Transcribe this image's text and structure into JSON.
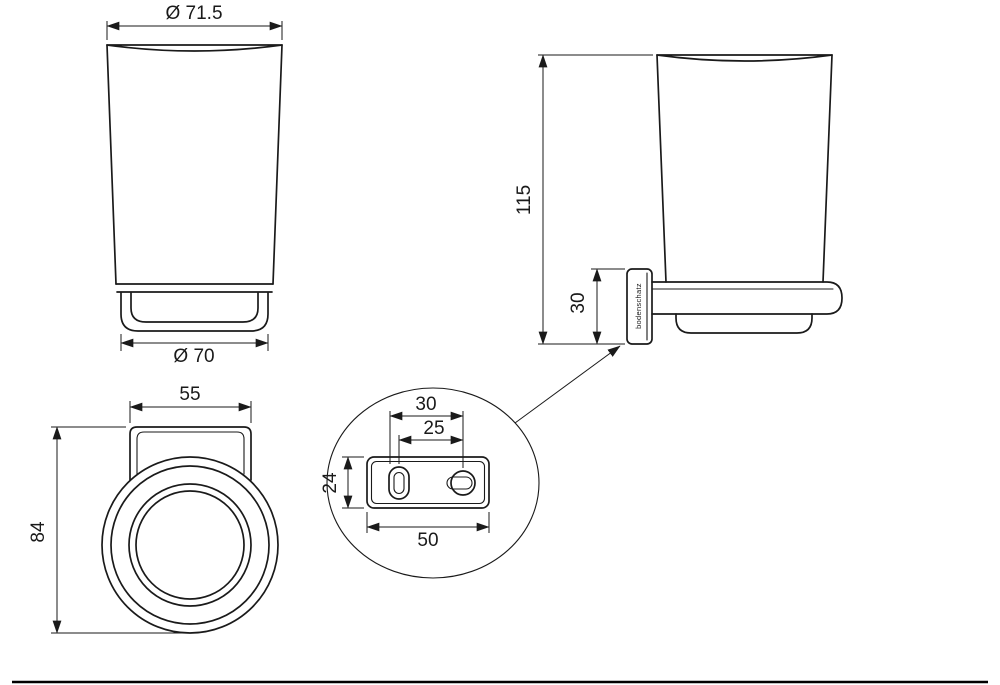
{
  "colors": {
    "background": "#ffffff",
    "line": "#1a1a1a"
  },
  "views": {
    "front": {
      "dim_top_diameter": "Ø 71.5",
      "dim_bottom_diameter": "Ø 70"
    },
    "side": {
      "dim_total_height": "115",
      "dim_plate_height": "30",
      "brand_label": "bodenschatz"
    },
    "top": {
      "dim_bracket_width": "55",
      "dim_total_depth": "84"
    },
    "detail": {
      "dim_hole_spacing": "30",
      "dim_slot_to_hole": "25",
      "dim_plate_height": "24",
      "dim_plate_width": "50"
    }
  }
}
